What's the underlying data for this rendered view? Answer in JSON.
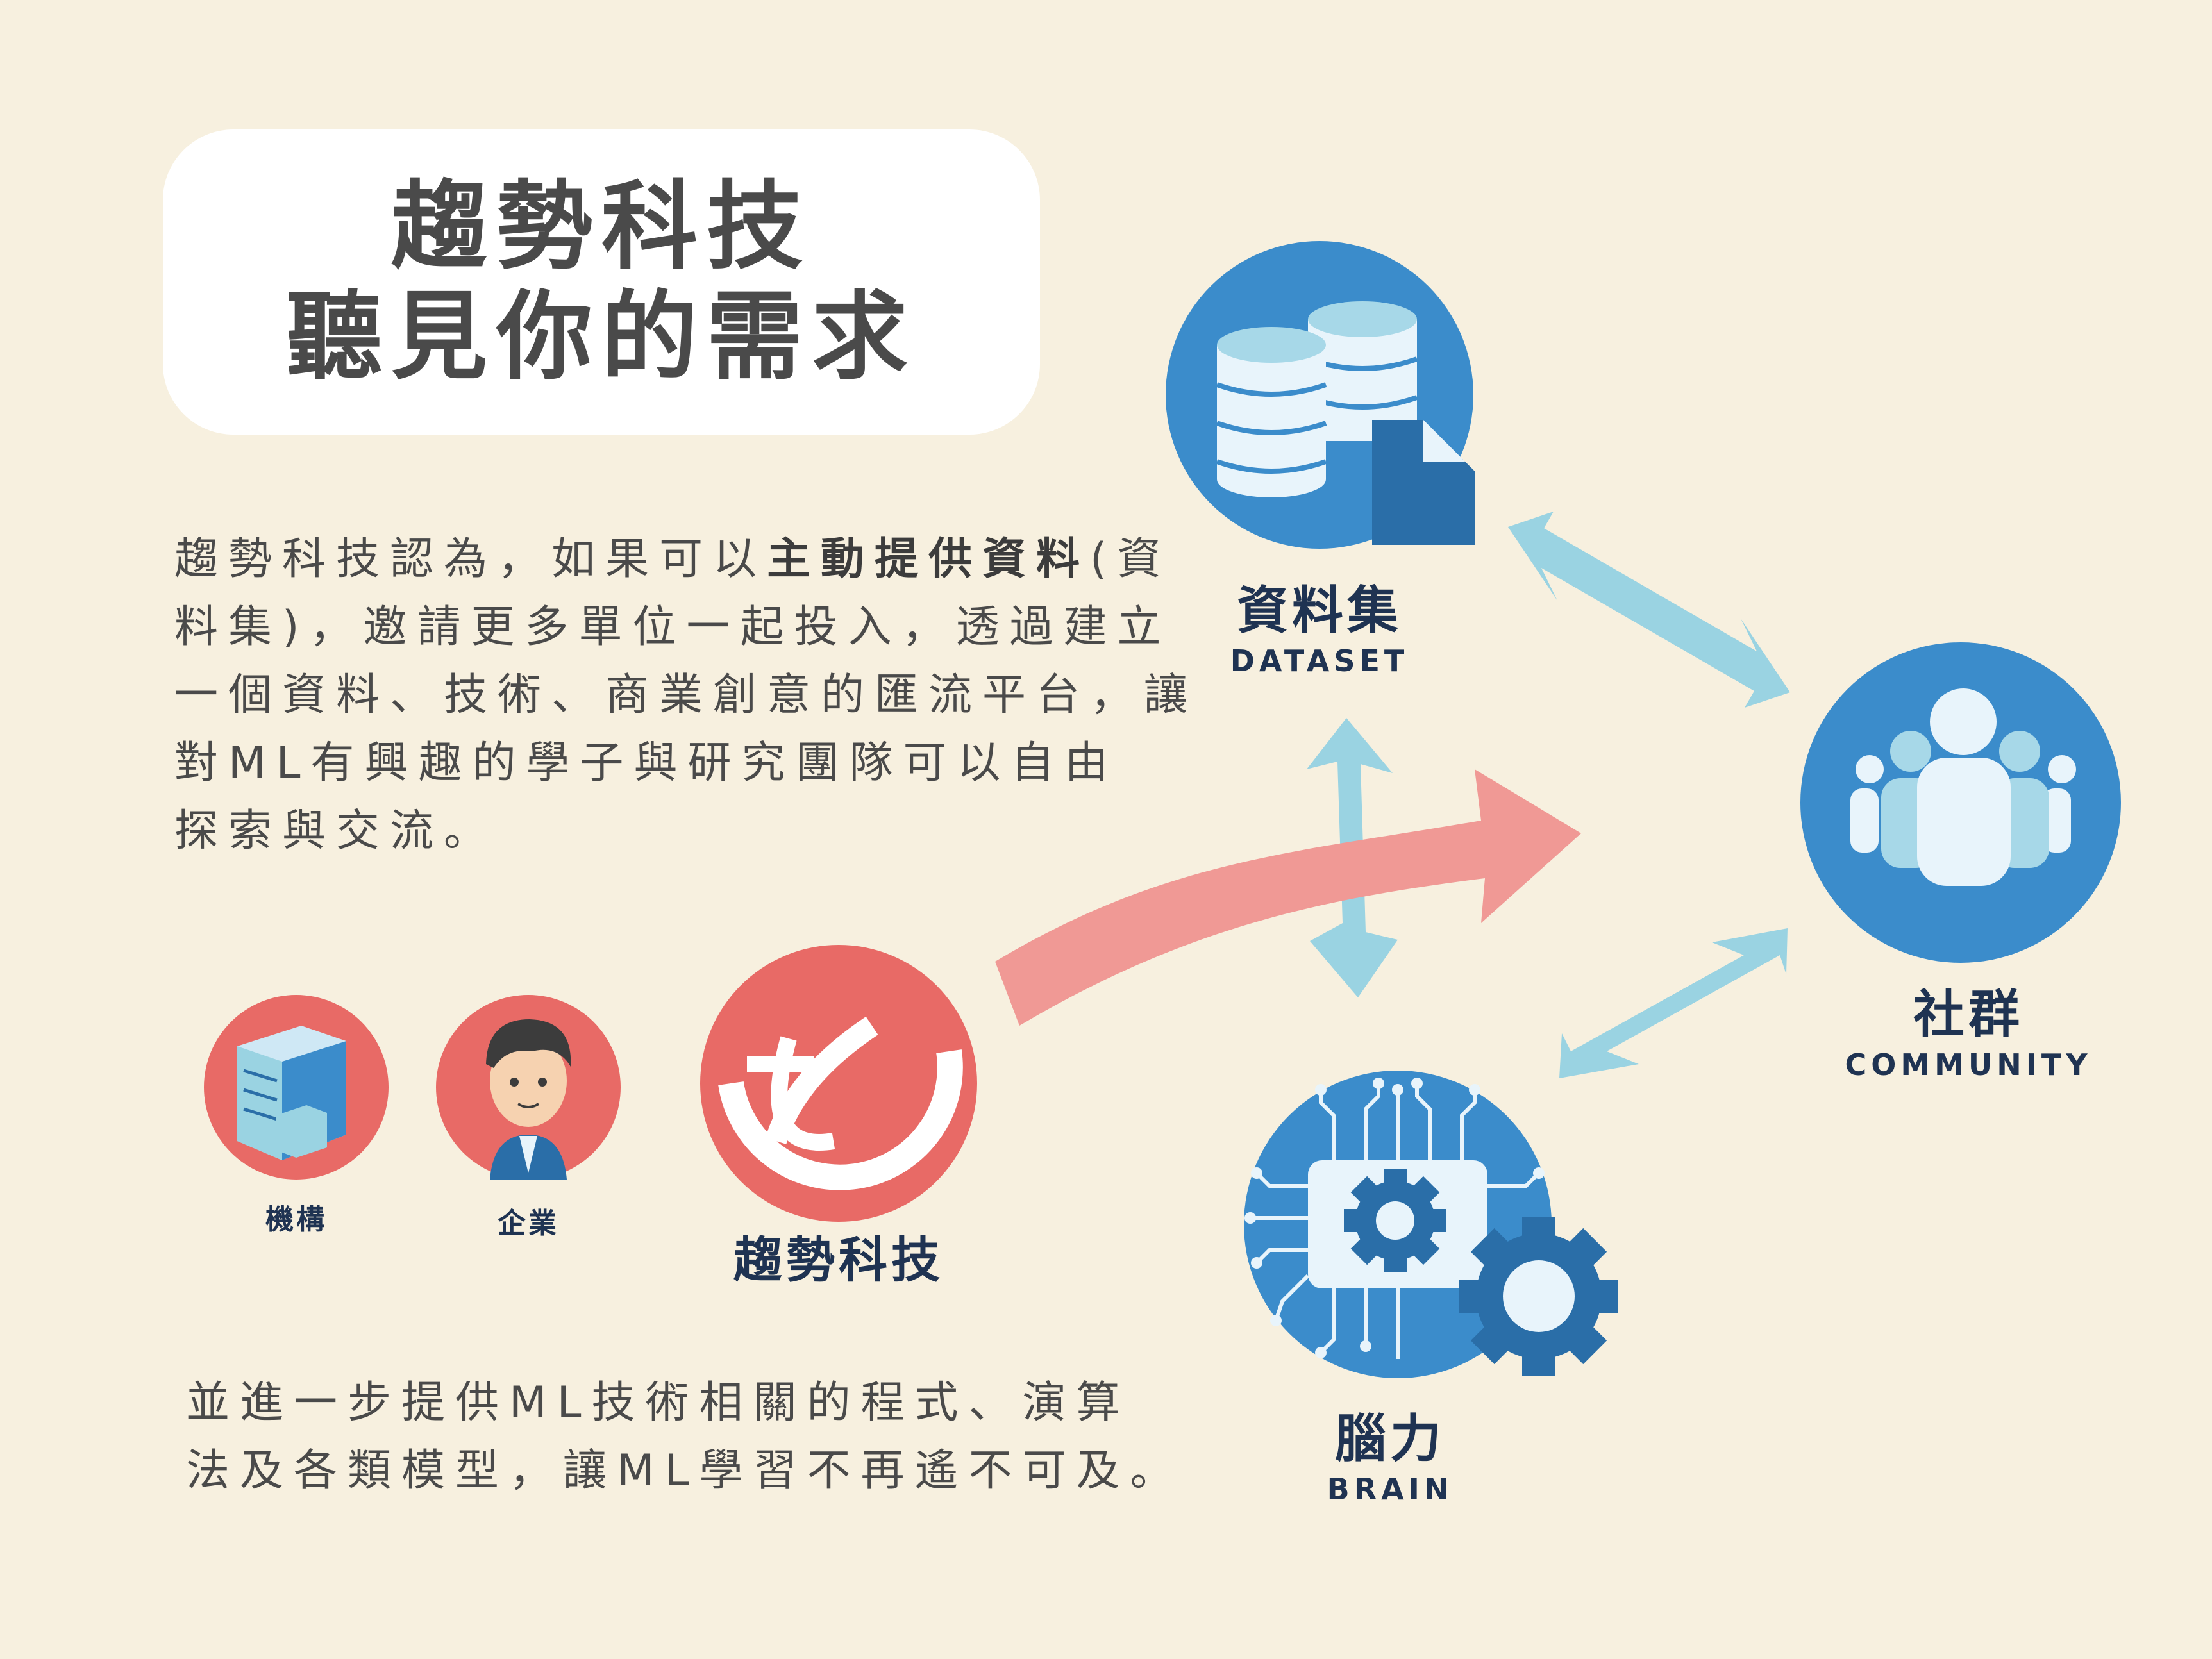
{
  "title": {
    "line1": "趨勢科技",
    "line2": "聽見你的需求"
  },
  "intro_paragraph": {
    "lines": [
      [
        "趨勢科技認為，如果可以",
        "主動提供資料",
        "(資"
      ],
      [
        "料集)，邀請更多單位一起投入，透過建立",
        "",
        ""
      ],
      [
        "一個資料、技術、商業創意的匯流平台，讓",
        "",
        ""
      ],
      [
        "對ML有興趣的學子與研究團隊可以自由",
        "",
        ""
      ],
      [
        "探索與交流。",
        "",
        ""
      ]
    ]
  },
  "bottom_paragraph": {
    "line1": "並進一步提供ML技術相關的程式、演算",
    "line2": "法及各類模型，讓ML學習不再遙不可及。"
  },
  "nodes": {
    "dataset": {
      "cn": "資料集",
      "en": "DATASET",
      "icon": "database-icon"
    },
    "community": {
      "cn": "社群",
      "en": "COMMUNITY",
      "icon": "people-icon"
    },
    "brain": {
      "cn": "腦力",
      "en": "BRAIN",
      "icon": "chip-gear-icon"
    }
  },
  "sources": {
    "institution": {
      "label": "機構",
      "icon": "building-icon"
    },
    "enterprise": {
      "label": "企業",
      "icon": "businessman-icon"
    },
    "trend_micro": {
      "label": "趨勢科技",
      "icon": "trend-micro-logo"
    }
  },
  "colors": {
    "background": "#f7f0df",
    "blue_node": "#3b8ccb",
    "light_blue_arrow": "#9ad3e2",
    "red_circle": "#e86a66",
    "pink_arrow": "#f09995",
    "dark_text": "#1f3352"
  }
}
